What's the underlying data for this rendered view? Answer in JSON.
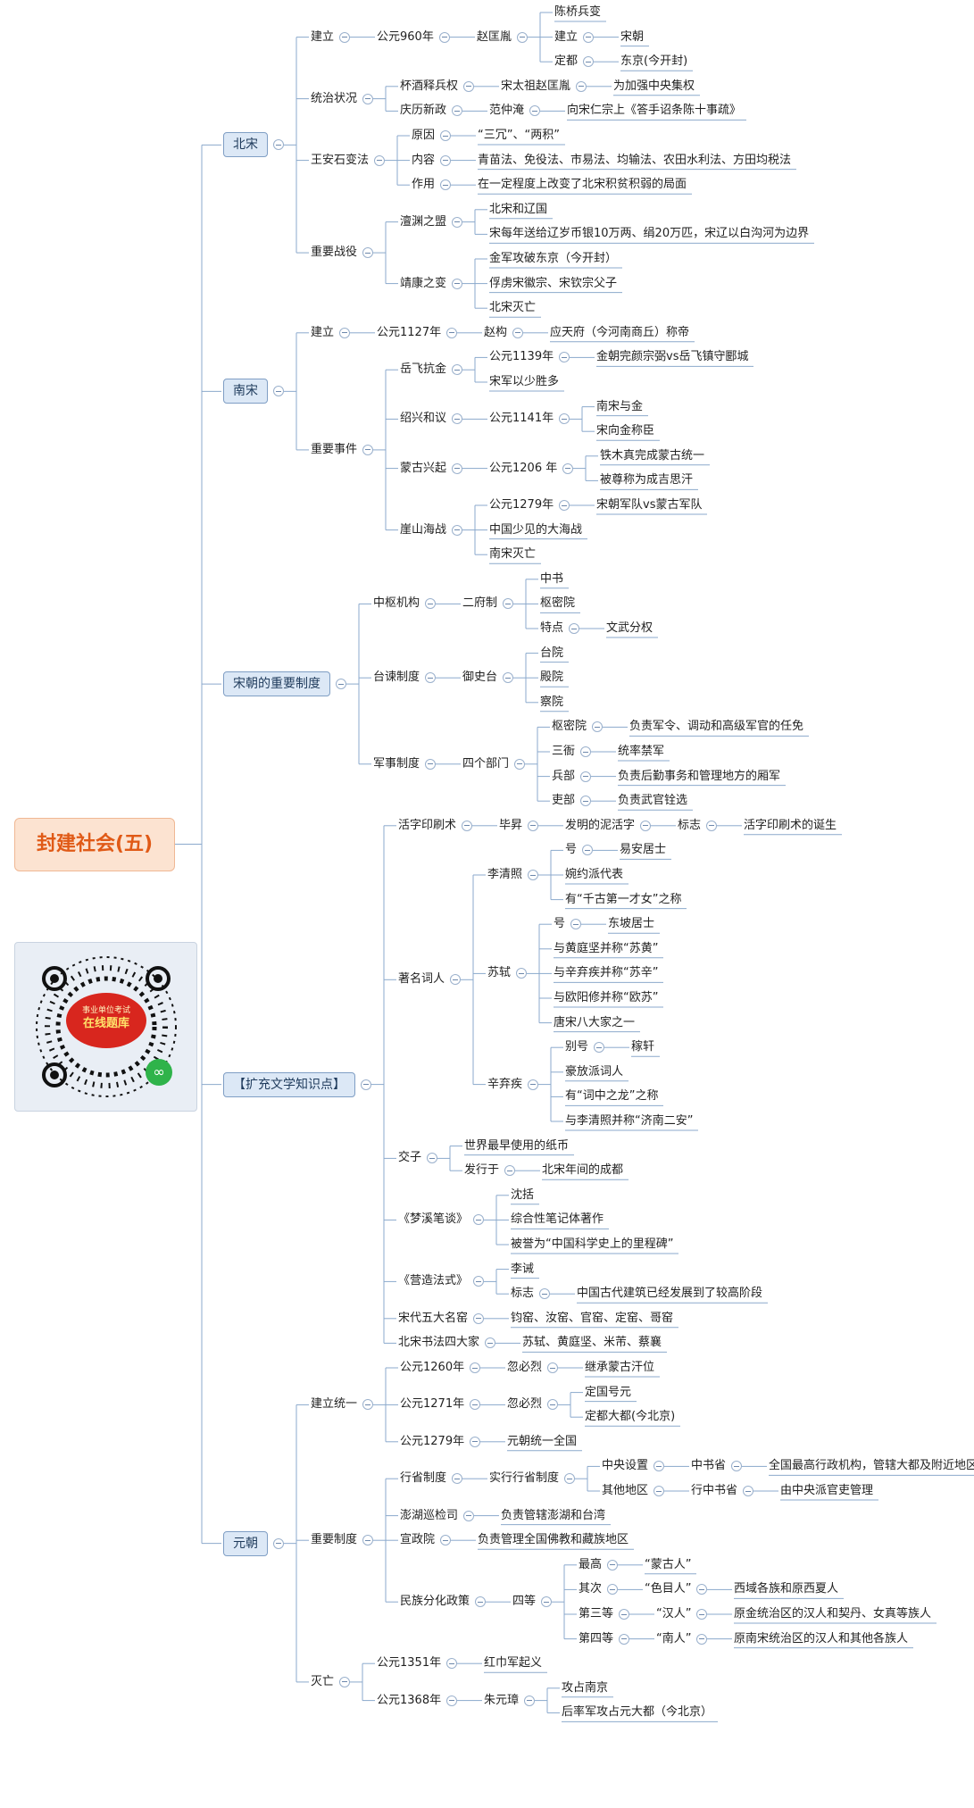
{
  "colors": {
    "line": "#8ba9cc",
    "root_fill": "#fce3d1",
    "root_text": "#e05a17",
    "section_fill": "#dce8f6",
    "section_border": "#7f9ec4",
    "qr_badge": "#d8261e"
  },
  "qr": {
    "badge_line1": "事业单位考试",
    "badge_line2": "在线题库",
    "icon": "mini-program-icon"
  },
  "tree": {
    "text": "封建社会(五)",
    "children": [
      {
        "text": "北宋",
        "children": [
          {
            "text": "建立",
            "children": [
              {
                "text": "公元960年",
                "children": [
                  {
                    "text": "赵匡胤",
                    "children": [
                      {
                        "text": "陈桥兵变"
                      },
                      {
                        "text": "建立",
                        "children": [
                          {
                            "text": "宋朝"
                          }
                        ]
                      },
                      {
                        "text": "定都",
                        "children": [
                          {
                            "text": "东京(今开封)"
                          }
                        ]
                      }
                    ]
                  }
                ]
              }
            ]
          },
          {
            "text": "统治状况",
            "children": [
              {
                "text": "杯酒释兵权",
                "children": [
                  {
                    "text": "宋太祖赵匡胤",
                    "children": [
                      {
                        "text": "为加强中央集权"
                      }
                    ]
                  }
                ]
              },
              {
                "text": "庆历新政",
                "children": [
                  {
                    "text": "范仲淹",
                    "children": [
                      {
                        "text": "向宋仁宗上《答手诏条陈十事疏》"
                      }
                    ]
                  }
                ]
              }
            ]
          },
          {
            "text": "王安石变法",
            "children": [
              {
                "text": "原因",
                "children": [
                  {
                    "text": "“三冗”、“两积”"
                  }
                ]
              },
              {
                "text": "内容",
                "children": [
                  {
                    "text": "青苗法、免役法、市易法、均输法、农田水利法、方田均税法"
                  }
                ]
              },
              {
                "text": "作用",
                "children": [
                  {
                    "text": "在一定程度上改变了北宋积贫积弱的局面"
                  }
                ]
              }
            ]
          },
          {
            "text": "重要战役",
            "children": [
              {
                "text": "澶渊之盟",
                "children": [
                  {
                    "text": "北宋和辽国"
                  },
                  {
                    "text": "宋每年送给辽岁币银10万两、绢20万匹，宋辽以白沟河为边界"
                  }
                ]
              },
              {
                "text": "靖康之变",
                "children": [
                  {
                    "text": "金军攻破东京（今开封）"
                  },
                  {
                    "text": "俘虏宋徽宗、宋钦宗父子"
                  },
                  {
                    "text": "北宋灭亡"
                  }
                ]
              }
            ]
          }
        ]
      },
      {
        "text": "南宋",
        "children": [
          {
            "text": "建立",
            "children": [
              {
                "text": "公元1127年",
                "children": [
                  {
                    "text": "赵构",
                    "children": [
                      {
                        "text": "应天府（今河南商丘）称帝"
                      }
                    ]
                  }
                ]
              }
            ]
          },
          {
            "text": "重要事件",
            "children": [
              {
                "text": "岳飞抗金",
                "children": [
                  {
                    "text": "公元1139年",
                    "children": [
                      {
                        "text": "金朝完颜宗弼vs岳飞镇守郾城"
                      }
                    ]
                  },
                  {
                    "text": "宋军以少胜多"
                  }
                ]
              },
              {
                "text": "绍兴和议",
                "children": [
                  {
                    "text": "公元1141年",
                    "children": [
                      {
                        "text": "南宋与金"
                      },
                      {
                        "text": "宋向金称臣"
                      }
                    ]
                  }
                ]
              },
              {
                "text": "蒙古兴起",
                "children": [
                  {
                    "text": "公元1206 年",
                    "children": [
                      {
                        "text": "铁木真完成蒙古统一"
                      },
                      {
                        "text": "被尊称为成吉思汗"
                      }
                    ]
                  }
                ]
              },
              {
                "text": "崖山海战",
                "children": [
                  {
                    "text": "公元1279年",
                    "children": [
                      {
                        "text": "宋朝军队vs蒙古军队"
                      }
                    ]
                  },
                  {
                    "text": "中国少见的大海战"
                  },
                  {
                    "text": "南宋灭亡"
                  }
                ]
              }
            ]
          }
        ]
      },
      {
        "text": "宋朝的重要制度",
        "children": [
          {
            "text": "中枢机构",
            "children": [
              {
                "text": "二府制",
                "children": [
                  {
                    "text": "中书"
                  },
                  {
                    "text": "枢密院"
                  },
                  {
                    "text": "特点",
                    "children": [
                      {
                        "text": "文武分权"
                      }
                    ]
                  }
                ]
              }
            ]
          },
          {
            "text": "台谏制度",
            "children": [
              {
                "text": "御史台",
                "children": [
                  {
                    "text": "台院"
                  },
                  {
                    "text": "殿院"
                  },
                  {
                    "text": "察院"
                  }
                ]
              }
            ]
          },
          {
            "text": "军事制度",
            "children": [
              {
                "text": "四个部门",
                "children": [
                  {
                    "text": "枢密院",
                    "children": [
                      {
                        "text": "负责军令、调动和高级军官的任免"
                      }
                    ]
                  },
                  {
                    "text": "三衙",
                    "children": [
                      {
                        "text": "统率禁军"
                      }
                    ]
                  },
                  {
                    "text": "兵部",
                    "children": [
                      {
                        "text": "负责后勤事务和管理地方的厢军"
                      }
                    ]
                  },
                  {
                    "text": "吏部",
                    "children": [
                      {
                        "text": "负责武官铨选"
                      }
                    ]
                  }
                ]
              }
            ]
          }
        ]
      },
      {
        "text": "【扩充文学知识点】",
        "children": [
          {
            "text": "活字印刷术",
            "children": [
              {
                "text": "毕昇",
                "children": [
                  {
                    "text": "发明的泥活字",
                    "children": [
                      {
                        "text": "标志",
                        "children": [
                          {
                            "text": "活字印刷术的诞生"
                          }
                        ]
                      }
                    ]
                  }
                ]
              }
            ]
          },
          {
            "text": "著名词人",
            "children": [
              {
                "text": "李清照",
                "children": [
                  {
                    "text": "号",
                    "children": [
                      {
                        "text": "易安居士"
                      }
                    ]
                  },
                  {
                    "text": "婉约派代表"
                  },
                  {
                    "text": "有“千古第一才女”之称"
                  }
                ]
              },
              {
                "text": "苏轼",
                "children": [
                  {
                    "text": "号",
                    "children": [
                      {
                        "text": "东坡居士"
                      }
                    ]
                  },
                  {
                    "text": "与黄庭坚并称“苏黄”"
                  },
                  {
                    "text": "与辛弃疾并称“苏辛”"
                  },
                  {
                    "text": "与欧阳修并称“欧苏”"
                  },
                  {
                    "text": "唐宋八大家之一"
                  }
                ]
              },
              {
                "text": "辛弃疾",
                "children": [
                  {
                    "text": "别号",
                    "children": [
                      {
                        "text": "稼轩"
                      }
                    ]
                  },
                  {
                    "text": "豪放派词人"
                  },
                  {
                    "text": "有“词中之龙”之称"
                  },
                  {
                    "text": "与李清照并称“济南二安”"
                  }
                ]
              }
            ]
          },
          {
            "text": "交子",
            "children": [
              {
                "text": "世界最早使用的纸币"
              },
              {
                "text": "发行于",
                "children": [
                  {
                    "text": "北宋年间的成都"
                  }
                ]
              }
            ]
          },
          {
            "text": "《梦溪笔谈》",
            "children": [
              {
                "text": "沈括"
              },
              {
                "text": "综合性笔记体著作"
              },
              {
                "text": "被誉为“中国科学史上的里程碑”"
              }
            ]
          },
          {
            "text": "《营造法式》",
            "children": [
              {
                "text": "李诫"
              },
              {
                "text": "标志",
                "children": [
                  {
                    "text": "中国古代建筑已经发展到了较高阶段"
                  }
                ]
              }
            ]
          },
          {
            "text": "宋代五大名窑",
            "children": [
              {
                "text": "钧窑、汝窑、官窑、定窑、哥窑"
              }
            ]
          },
          {
            "text": "北宋书法四大家",
            "children": [
              {
                "text": "苏轼、黄庭坚、米芾、蔡襄"
              }
            ]
          }
        ]
      },
      {
        "text": "元朝",
        "children": [
          {
            "text": "建立统一",
            "children": [
              {
                "text": "公元1260年",
                "children": [
                  {
                    "text": "忽必烈",
                    "children": [
                      {
                        "text": "继承蒙古汗位"
                      }
                    ]
                  }
                ]
              },
              {
                "text": "公元1271年",
                "children": [
                  {
                    "text": "忽必烈",
                    "children": [
                      {
                        "text": "定国号元"
                      },
                      {
                        "text": "定都大都(今北京)"
                      }
                    ]
                  }
                ]
              },
              {
                "text": "公元1279年",
                "children": [
                  {
                    "text": "元朝统一全国"
                  }
                ]
              }
            ]
          },
          {
            "text": "重要制度",
            "children": [
              {
                "text": "行省制度",
                "children": [
                  {
                    "text": "实行行省制度",
                    "children": [
                      {
                        "text": "中央设置",
                        "children": [
                          {
                            "text": "中书省",
                            "children": [
                              {
                                "text": "全国最高行政机构，管辖大都及附近地区"
                              }
                            ]
                          }
                        ]
                      },
                      {
                        "text": "其他地区",
                        "children": [
                          {
                            "text": "行中书省",
                            "children": [
                              {
                                "text": "由中央派官吏管理"
                              }
                            ]
                          }
                        ]
                      }
                    ]
                  }
                ]
              },
              {
                "text": "澎湖巡检司",
                "children": [
                  {
                    "text": "负责管辖澎湖和台湾"
                  }
                ]
              },
              {
                "text": "宣政院",
                "children": [
                  {
                    "text": "负责管理全国佛教和藏族地区"
                  }
                ]
              },
              {
                "text": "民族分化政策",
                "children": [
                  {
                    "text": "四等",
                    "children": [
                      {
                        "text": "最高",
                        "children": [
                          {
                            "text": "“蒙古人”"
                          }
                        ]
                      },
                      {
                        "text": "其次",
                        "children": [
                          {
                            "text": "“色目人”",
                            "children": [
                              {
                                "text": "西域各族和原西夏人"
                              }
                            ]
                          }
                        ]
                      },
                      {
                        "text": "第三等",
                        "children": [
                          {
                            "text": "“汉人”",
                            "children": [
                              {
                                "text": "原金统治区的汉人和契丹、女真等族人"
                              }
                            ]
                          }
                        ]
                      },
                      {
                        "text": "第四等",
                        "children": [
                          {
                            "text": "“南人”",
                            "children": [
                              {
                                "text": "原南宋统治区的汉人和其他各族人"
                              }
                            ]
                          }
                        ]
                      }
                    ]
                  }
                ]
              }
            ]
          },
          {
            "text": "灭亡",
            "children": [
              {
                "text": "公元1351年",
                "children": [
                  {
                    "text": "红巾军起义"
                  }
                ]
              },
              {
                "text": "公元1368年",
                "children": [
                  {
                    "text": "朱元璋",
                    "children": [
                      {
                        "text": "攻占南京"
                      },
                      {
                        "text": "后率军攻占元大都（今北京）"
                      }
                    ]
                  }
                ]
              }
            ]
          }
        ]
      }
    ]
  }
}
